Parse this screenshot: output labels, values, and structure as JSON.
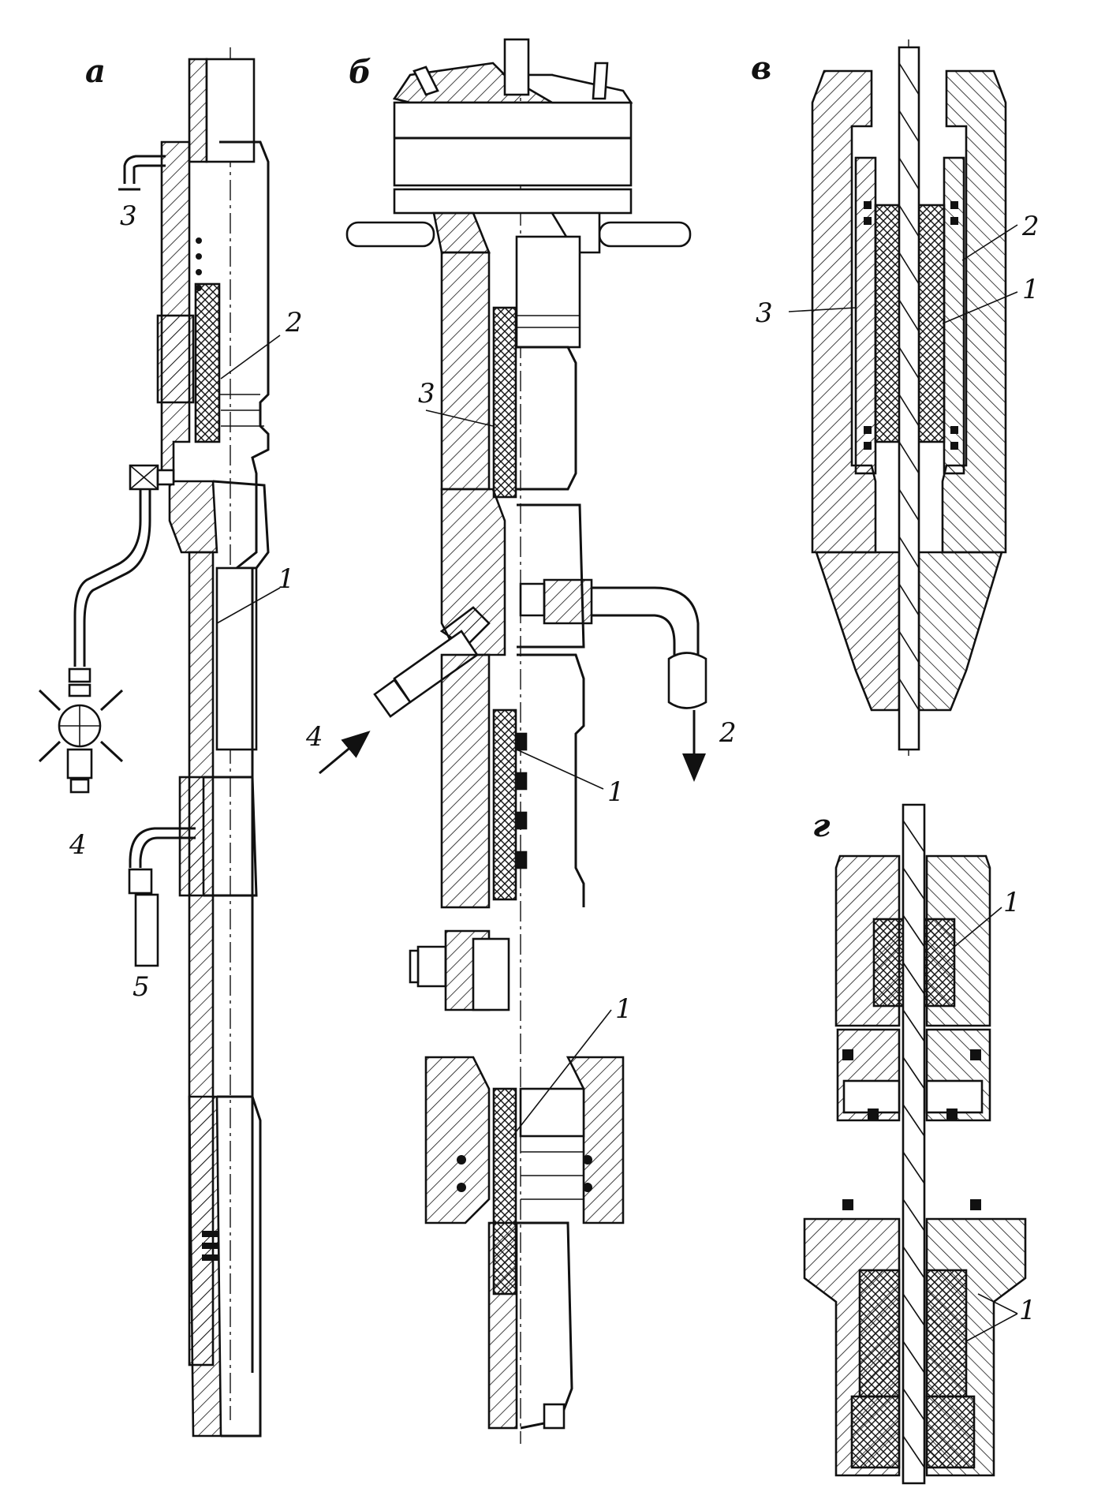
{
  "panels": [
    {
      "key": "a",
      "label": "а",
      "callouts": [
        {
          "n": "1"
        },
        {
          "n": "2"
        },
        {
          "n": "3"
        },
        {
          "n": "4"
        },
        {
          "n": "5"
        }
      ]
    },
    {
      "key": "b",
      "label": "б",
      "callouts": [
        {
          "n": "3"
        },
        {
          "n": "4"
        },
        {
          "n": "2"
        },
        {
          "n": "1"
        },
        {
          "n": "1"
        }
      ]
    },
    {
      "key": "v",
      "label": "в",
      "callouts": [
        {
          "n": "2"
        },
        {
          "n": "3"
        },
        {
          "n": "1"
        }
      ]
    },
    {
      "key": "g",
      "label": "г",
      "callouts": [
        {
          "n": "1"
        },
        {
          "n": "1"
        }
      ]
    }
  ],
  "colors": {
    "ink": "#111111",
    "paper": "#ffffff"
  }
}
